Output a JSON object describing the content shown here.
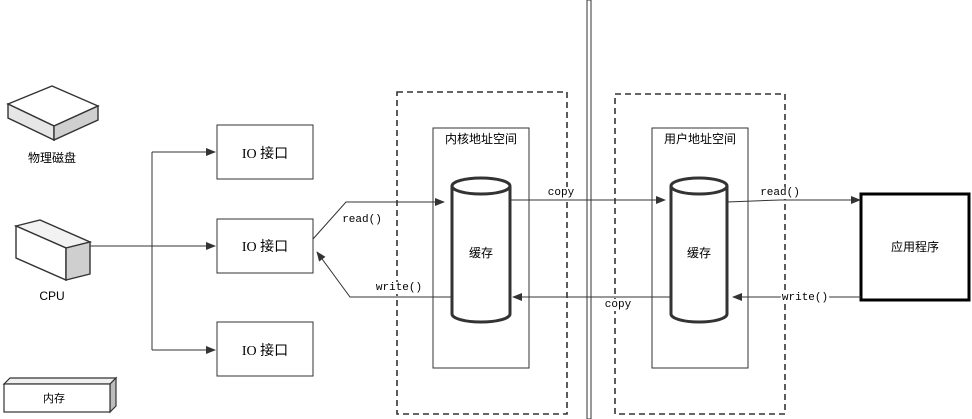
{
  "devices": {
    "disk_label": "物理磁盘",
    "cpu_label": "CPU",
    "memory_label": "内存"
  },
  "io_ports": [
    "IO 接口",
    "IO 接口",
    "IO 接口"
  ],
  "kernel": {
    "title": "内核地址空间",
    "buffer_label": "缓存"
  },
  "user": {
    "title": "用户地址空间",
    "buffer_label": "缓存"
  },
  "application": {
    "label": "应用程序"
  },
  "edges": {
    "read_kernel": "read()",
    "write_kernel": "write()",
    "copy_to_user": "copy",
    "copy_to_kernel": "copy",
    "read_app": "read()",
    "write_app": "write()"
  },
  "colors": {
    "stroke": "#333333",
    "box_fill": "#ffffff",
    "shade": "#d9d9d9"
  }
}
